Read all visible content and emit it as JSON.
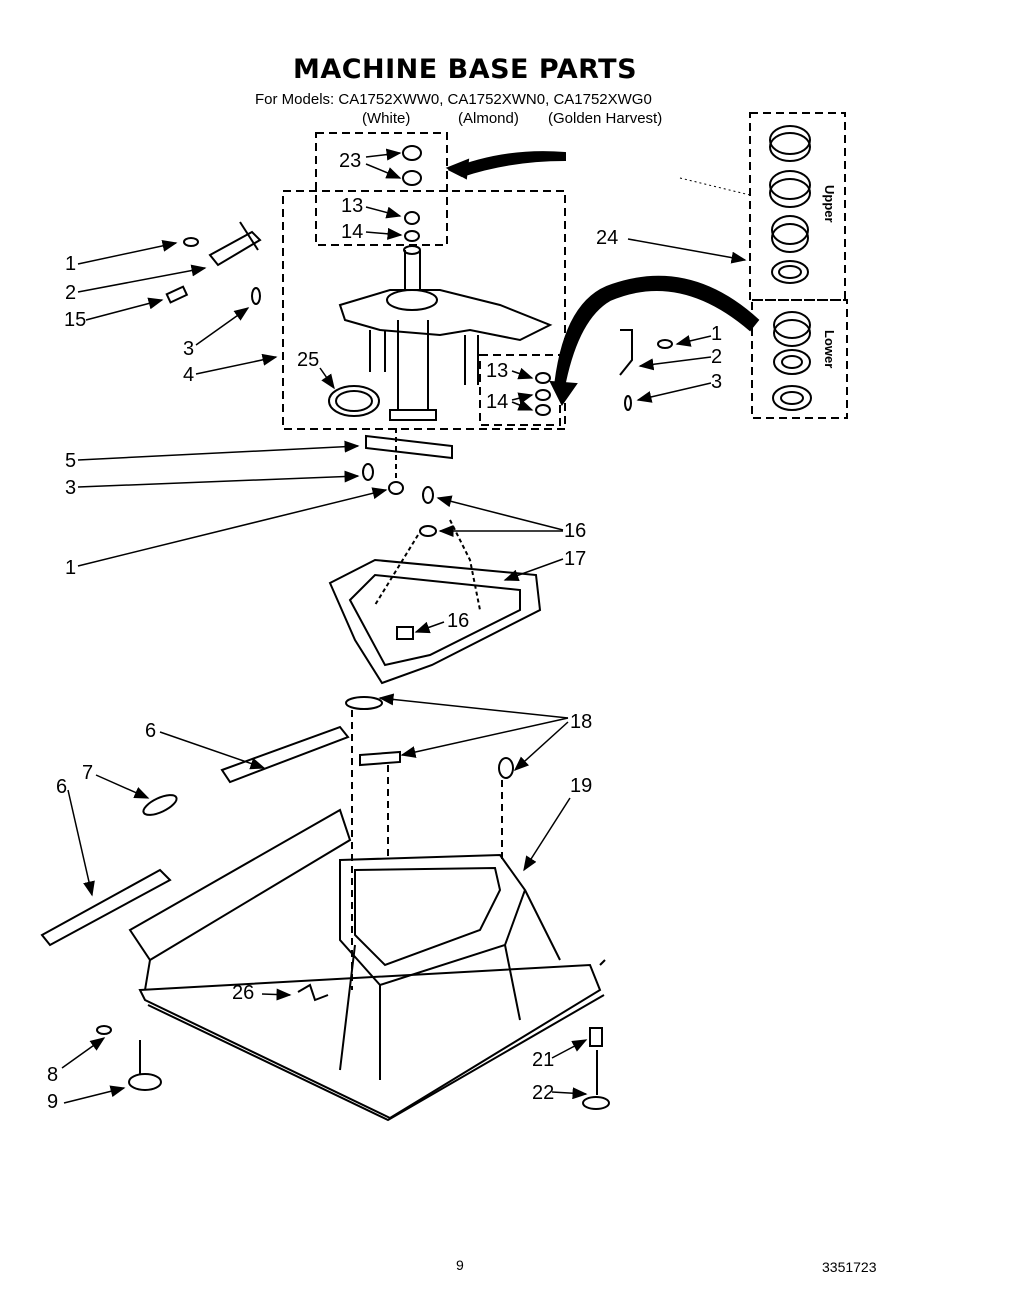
{
  "header": {
    "title": "MACHINE BASE PARTS",
    "models_line": "For Models: CA1752XWW0, CA1752XWN0, CA1752XWG0",
    "variants": [
      "(White)",
      "(Almond)",
      "(Golden Harvest)"
    ]
  },
  "bearing_kit": {
    "upper_label": "Upper",
    "lower_label": "Lower"
  },
  "callouts": {
    "c1a": "1",
    "c2a": "2",
    "c15": "15",
    "c3a": "3",
    "c4": "4",
    "c25": "25",
    "c23": "23",
    "c13a": "13",
    "c14a": "14",
    "c24": "24",
    "c1b": "1",
    "c2b": "2",
    "c3b": "3",
    "c13b": "13",
    "c14b": "14",
    "c5": "5",
    "c3c": "3",
    "c1c": "1",
    "c16a": "16",
    "c17": "17",
    "c16b": "16",
    "c6a": "6",
    "c18": "18",
    "c7": "7",
    "c6b": "6",
    "c19": "19",
    "c26": "26",
    "c8": "8",
    "c9": "9",
    "c21": "21",
    "c22": "22"
  },
  "footer": {
    "page_number": "9",
    "document_number": "3351723"
  },
  "colors": {
    "ink": "#000000",
    "paper": "#ffffff"
  }
}
